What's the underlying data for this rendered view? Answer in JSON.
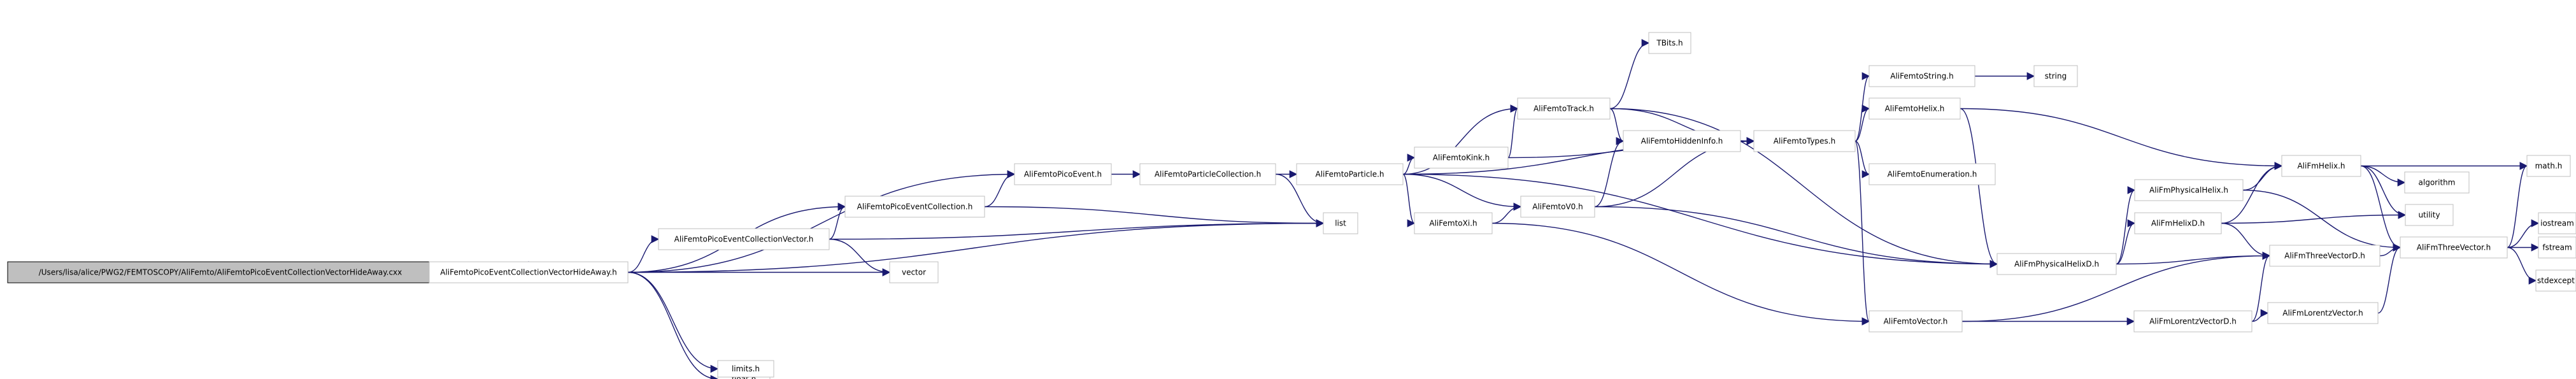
{
  "colors": {
    "edge": "#191970",
    "node_border": "#bfbfbf",
    "node_fill": "#ffffff",
    "root_fill": "#bfbfbf",
    "root_border": "#000000",
    "text": "#000000"
  },
  "nodes": [
    {
      "id": "root",
      "label": "/Users/lisa/alice/PWG2/FEMTOSCOPY/AliFemto/AliFemtoPicoEventCollectionVectorHideAway.cxx",
      "root": true
    },
    {
      "id": "pecvha_h",
      "label": "AliFemtoPicoEventCollectionVectorHideAway.h"
    },
    {
      "id": "pe_h",
      "label": "AliFemtoPicoEvent.h"
    },
    {
      "id": "pec_h",
      "label": "AliFemtoPicoEventCollection.h"
    },
    {
      "id": "pecv_h",
      "label": "AliFemtoPicoEventCollectionVector.h"
    },
    {
      "id": "vector",
      "label": "vector"
    },
    {
      "id": "list",
      "label": "list"
    },
    {
      "id": "float_h",
      "label": "float.h"
    },
    {
      "id": "limits_h",
      "label": "limits.h"
    },
    {
      "id": "partcoll_h",
      "label": "AliFemtoParticleCollection.h"
    },
    {
      "id": "particle_h",
      "label": "AliFemtoParticle.h"
    },
    {
      "id": "kink_h",
      "label": "AliFemtoKink.h"
    },
    {
      "id": "xi_h",
      "label": "AliFemtoXi.h"
    },
    {
      "id": "v0_h",
      "label": "AliFemtoV0.h"
    },
    {
      "id": "track_h",
      "label": "AliFemtoTrack.h"
    },
    {
      "id": "tbits_h",
      "label": "TBits.h"
    },
    {
      "id": "hidden_h",
      "label": "AliFemtoHiddenInfo.h"
    },
    {
      "id": "types_h",
      "label": "AliFemtoTypes.h"
    },
    {
      "id": "string_h",
      "label": "AliFemtoString.h"
    },
    {
      "id": "string",
      "label": "string"
    },
    {
      "id": "helix_h",
      "label": "AliFemtoHelix.h"
    },
    {
      "id": "enum_h",
      "label": "AliFemtoEnumeration.h"
    },
    {
      "id": "vec_h",
      "label": "AliFemtoVector.h"
    },
    {
      "id": "physhelixd_h",
      "label": "AliFmPhysicalHelixD.h"
    },
    {
      "id": "physhelix_h",
      "label": "AliFmPhysicalHelix.h"
    },
    {
      "id": "helixd_h",
      "label": "AliFmHelixD.h"
    },
    {
      "id": "fmhelix_h",
      "label": "AliFmHelix.h"
    },
    {
      "id": "threevecd_h",
      "label": "AliFmThreeVectorD.h"
    },
    {
      "id": "lorentzd_h",
      "label": "AliFmLorentzVectorD.h"
    },
    {
      "id": "lorentz_h",
      "label": "AliFmLorentzVector.h"
    },
    {
      "id": "threevec_h",
      "label": "AliFmThreeVector.h"
    },
    {
      "id": "math_h",
      "label": "math.h"
    },
    {
      "id": "algorithm",
      "label": "algorithm"
    },
    {
      "id": "utility",
      "label": "utility"
    },
    {
      "id": "iostream",
      "label": "iostream"
    },
    {
      "id": "fstream",
      "label": "fstream"
    },
    {
      "id": "stdexcept",
      "label": "stdexcept"
    }
  ],
  "edges": [
    [
      "root",
      "pecvha_h"
    ],
    [
      "pecvha_h",
      "pe_h"
    ],
    [
      "pecvha_h",
      "pec_h"
    ],
    [
      "pecvha_h",
      "pecv_h"
    ],
    [
      "pecvha_h",
      "vector"
    ],
    [
      "pecvha_h",
      "list"
    ],
    [
      "pecvha_h",
      "float_h"
    ],
    [
      "pecvha_h",
      "limits_h"
    ],
    [
      "pec_h",
      "pe_h"
    ],
    [
      "pec_h",
      "list"
    ],
    [
      "pecv_h",
      "pec_h"
    ],
    [
      "pecv_h",
      "vector"
    ],
    [
      "pecv_h",
      "list"
    ],
    [
      "pe_h",
      "partcoll_h"
    ],
    [
      "partcoll_h",
      "particle_h"
    ],
    [
      "partcoll_h",
      "list"
    ],
    [
      "particle_h",
      "track_h"
    ],
    [
      "particle_h",
      "kink_h"
    ],
    [
      "particle_h",
      "v0_h"
    ],
    [
      "particle_h",
      "xi_h"
    ],
    [
      "particle_h",
      "types_h"
    ],
    [
      "particle_h",
      "physhelixd_h"
    ],
    [
      "kink_h",
      "track_h"
    ],
    [
      "kink_h",
      "types_h"
    ],
    [
      "xi_h",
      "v0_h"
    ],
    [
      "xi_h",
      "vec_h"
    ],
    [
      "v0_h",
      "hidden_h"
    ],
    [
      "v0_h",
      "types_h"
    ],
    [
      "v0_h",
      "physhelixd_h"
    ],
    [
      "track_h",
      "tbits_h"
    ],
    [
      "track_h",
      "hidden_h"
    ],
    [
      "track_h",
      "types_h"
    ],
    [
      "track_h",
      "physhelixd_h"
    ],
    [
      "hidden_h",
      "types_h"
    ],
    [
      "types_h",
      "string_h"
    ],
    [
      "types_h",
      "helix_h"
    ],
    [
      "types_h",
      "enum_h"
    ],
    [
      "types_h",
      "vec_h"
    ],
    [
      "string_h",
      "string"
    ],
    [
      "helix_h",
      "physhelixd_h"
    ],
    [
      "helix_h",
      "fmhelix_h"
    ],
    [
      "vec_h",
      "threevecd_h"
    ],
    [
      "vec_h",
      "lorentzd_h"
    ],
    [
      "physhelixd_h",
      "physhelix_h"
    ],
    [
      "physhelixd_h",
      "helixd_h"
    ],
    [
      "physhelixd_h",
      "threevecd_h"
    ],
    [
      "physhelix_h",
      "fmhelix_h"
    ],
    [
      "physhelix_h",
      "threevec_h"
    ],
    [
      "helixd_h",
      "fmhelix_h"
    ],
    [
      "helixd_h",
      "threevecd_h"
    ],
    [
      "helixd_h",
      "utility"
    ],
    [
      "fmhelix_h",
      "math_h"
    ],
    [
      "fmhelix_h",
      "algorithm"
    ],
    [
      "fmhelix_h",
      "utility"
    ],
    [
      "fmhelix_h",
      "threevec_h"
    ],
    [
      "threevecd_h",
      "threevec_h"
    ],
    [
      "lorentzd_h",
      "threevecd_h"
    ],
    [
      "lorentzd_h",
      "lorentz_h"
    ],
    [
      "lorentz_h",
      "threevec_h"
    ],
    [
      "threevec_h",
      "math_h"
    ],
    [
      "threevec_h",
      "iostream"
    ],
    [
      "threevec_h",
      "fstream"
    ],
    [
      "threevec_h",
      "stdexcept"
    ]
  ]
}
